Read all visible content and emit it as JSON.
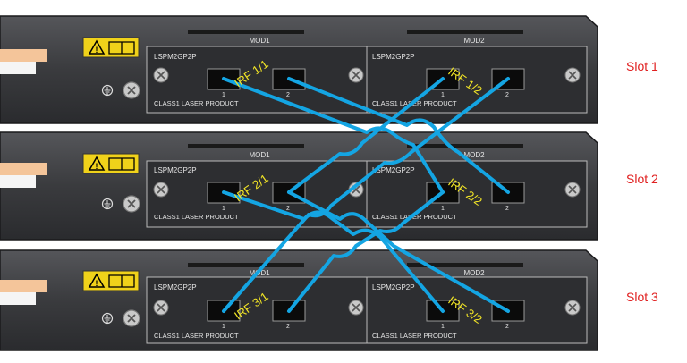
{
  "colors": {
    "chassis": "#3c3d40",
    "chassis_edge": "#1c1c1e",
    "module_panel": "#2e2f32",
    "cable": "#14a5e3",
    "irf_text": "#f2e526",
    "slot_text": "#e02020",
    "warning_label": "#f0d21a",
    "sticker": "#f4c59a"
  },
  "chassis": [
    {
      "slot_label": "Slot 1",
      "modules": [
        {
          "title": "MOD1",
          "model": "LSPM2GP2P",
          "product": "CLASS1 LASER PRODUCT",
          "port1": "1",
          "port2": "2"
        },
        {
          "title": "MOD2",
          "model": "LSPM2GP2P",
          "product": "CLASS1 LASER PRODUCT",
          "port1": "1",
          "port2": "2"
        }
      ],
      "irf_labels": [
        "IRF 1/1",
        "IRF 1/2"
      ]
    },
    {
      "slot_label": "Slot 2",
      "modules": [
        {
          "title": "MOD1",
          "model": "LSPM2GP2P",
          "product": "CLASS1 LASER PRODUCT",
          "port1": "1",
          "port2": "2"
        },
        {
          "title": "MOD2",
          "model": "LSPM2GP2P",
          "product": "CLASS1 LASER PRODUCT",
          "port1": "1",
          "port2": "2"
        }
      ],
      "irf_labels": [
        "IRF 2/1",
        "IRF 2/2"
      ]
    },
    {
      "slot_label": "Slot 3",
      "modules": [
        {
          "title": "MOD1",
          "model": "LSPM2GP2P",
          "product": "CLASS1 LASER PRODUCT",
          "port1": "1",
          "port2": "2"
        },
        {
          "title": "MOD2",
          "model": "LSPM2GP2P",
          "product": "CLASS1 LASER PRODUCT",
          "port1": "1",
          "port2": "2"
        }
      ],
      "irf_labels": [
        "IRF 3/1",
        "IRF 3/2"
      ]
    }
  ]
}
